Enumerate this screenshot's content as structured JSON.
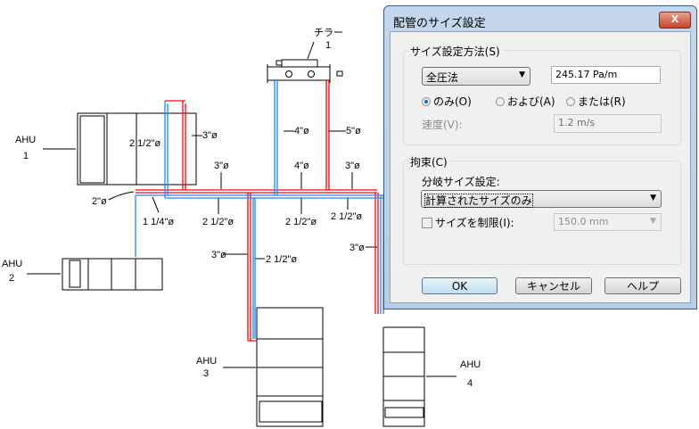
{
  "drawing": {
    "chiller": {
      "label": "チラー",
      "number": "1"
    },
    "ahu": [
      {
        "label": "AHU",
        "number": "1"
      },
      {
        "label": "AHU",
        "number": "2"
      },
      {
        "label": "AHU",
        "number": "3"
      },
      {
        "label": "AHU",
        "number": "4"
      }
    ],
    "pipe_labels": [
      "2 1/2\"ø",
      "3\"ø",
      "4\"ø",
      "5\"ø",
      "3\"ø",
      "4\"ø",
      "3\"ø",
      "2\"ø",
      "1 1/4\"ø",
      "2 1/2\"ø",
      "2 1/2\"ø",
      "2 1/2\"ø",
      "3\"ø",
      "2 1/2\"ø",
      "3\"ø"
    ],
    "colors": {
      "supply": "#ff0000",
      "return": "#1e88ff"
    }
  },
  "dialog": {
    "title": "配管のサイズ設定",
    "close_label": "X",
    "method_group": {
      "legend": "サイズ設定方法(S)",
      "method_value": "全圧法",
      "pressure_value": "245.17 Pa/m",
      "radio_only": "のみ(O)",
      "radio_and": "および(A)",
      "radio_or": "または(R)",
      "selected": "のみ(O)",
      "velocity_label": "速度(V):",
      "velocity_value": "1.2 m/s"
    },
    "constraint_group": {
      "legend": "拘束(C)",
      "branch_label": "分岐サイズ設定:",
      "branch_value": "計算されたサイズのみ",
      "limit_label": "サイズを制限(I):",
      "limit_checked": false,
      "limit_value": "150.0 mm"
    },
    "buttons": {
      "ok": "OK",
      "cancel": "キャンセル",
      "help": "ヘルプ"
    }
  }
}
